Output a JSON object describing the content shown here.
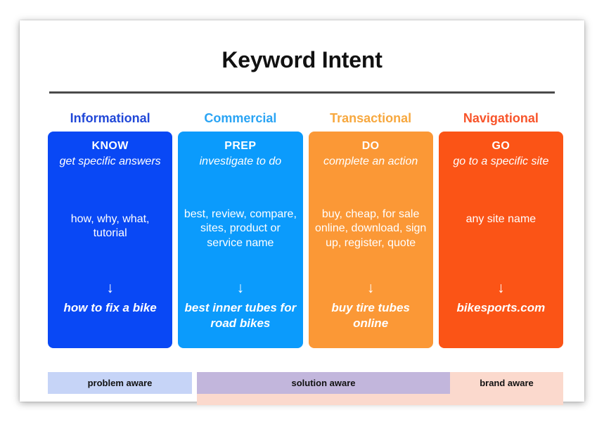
{
  "header": {
    "title": "Keyword Intent"
  },
  "columns": [
    {
      "header": "Informational",
      "header_color": "#2148D8",
      "card_color": "#0948F5",
      "title": "KNOW",
      "subtitle": "get specific answers",
      "keywords": "how, why, what, tutorial",
      "arrow": "↓",
      "example": "how to fix a bike"
    },
    {
      "header": "Commercial",
      "header_color": "#2AA4F4",
      "card_color": "#0B9BFC",
      "title": "PREP",
      "subtitle": "investigate to do",
      "keywords": "best, review, compare, sites, product or service name",
      "arrow": "↓",
      "example": "best inner tubes for road bikes"
    },
    {
      "header": "Transactional",
      "header_color": "#F7A83F",
      "card_color": "#FB9836",
      "title": "DO",
      "subtitle": "complete an action",
      "keywords": "buy, cheap, for sale online, download, sign up, register, quote",
      "arrow": "↓",
      "example": "buy tire tubes online"
    },
    {
      "header": "Navigational",
      "header_color": "#F8542A",
      "card_color": "#FB5416",
      "title": "GO",
      "subtitle": "go to a specific site",
      "keywords": "any site name",
      "arrow": "↓",
      "example": "bikesports.com"
    }
  ],
  "awareness": {
    "problem": {
      "label": "problem aware",
      "color": "#c6d4f7"
    },
    "solution": {
      "label": "solution aware",
      "color": "#c2b6dc"
    },
    "brand": {
      "label": "brand aware",
      "color": "#fbd9cd"
    }
  }
}
